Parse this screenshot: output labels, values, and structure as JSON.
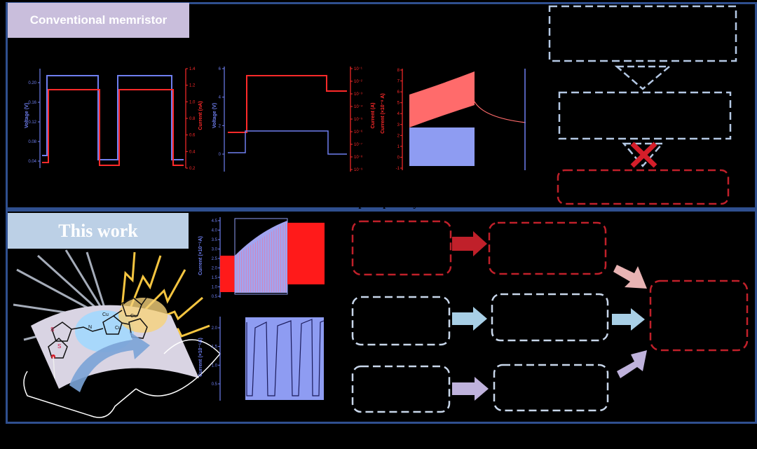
{
  "labels": {
    "conventional": "Conventional memristor",
    "this_work": "This work",
    "imperceptibility": "Imperceptibility"
  },
  "colors": {
    "red": "#ff2a2a",
    "blue": "#6f7ff0",
    "panel_border": "#2f4f8f",
    "dark_red_box": "#c0202a",
    "light_blue_box": "#c8d6ea"
  },
  "chart_data": [
    {
      "type": "line",
      "ylabel_left": "Voltage (V)",
      "ylabel_right": "Current (nA)",
      "left_ticks": [
        "0.20",
        "0.16",
        "0.12",
        "0.08",
        "0.04"
      ],
      "right_ticks": [
        "1.4",
        "1.2",
        "1.0",
        "0.8",
        "0.6",
        "0.4",
        "0.2"
      ]
    },
    {
      "type": "line",
      "ylabel_left": "Voltage (V)",
      "ylabel_right": "Current (A)",
      "left_ticks": [
        "6",
        "4",
        "2",
        "0"
      ],
      "right_ticks": [
        "10⁻¹",
        "10⁻²",
        "10⁻³",
        "10⁻⁴",
        "10⁻⁵",
        "10⁻⁶",
        "10⁻⁷",
        "10⁻⁸",
        "10⁻⁹"
      ]
    },
    {
      "type": "area",
      "ylabel": "Current (×10⁻⁸ A)",
      "ticks": [
        "8",
        "7",
        "6",
        "5",
        "4",
        "3",
        "2",
        "1",
        "0",
        "-1"
      ]
    },
    {
      "type": "area",
      "ylabel": "Current (×10⁻⁵A)",
      "ticks": [
        "4.5",
        "4.0",
        "3.5",
        "3.0",
        "2.5",
        "2.0",
        "1.5",
        "1.0",
        "0.5"
      ]
    },
    {
      "type": "line",
      "ylabel": "Current (×10⁻⁵A)",
      "ticks": [
        "2.0",
        "1.5",
        "1.0",
        "0.5"
      ]
    }
  ]
}
